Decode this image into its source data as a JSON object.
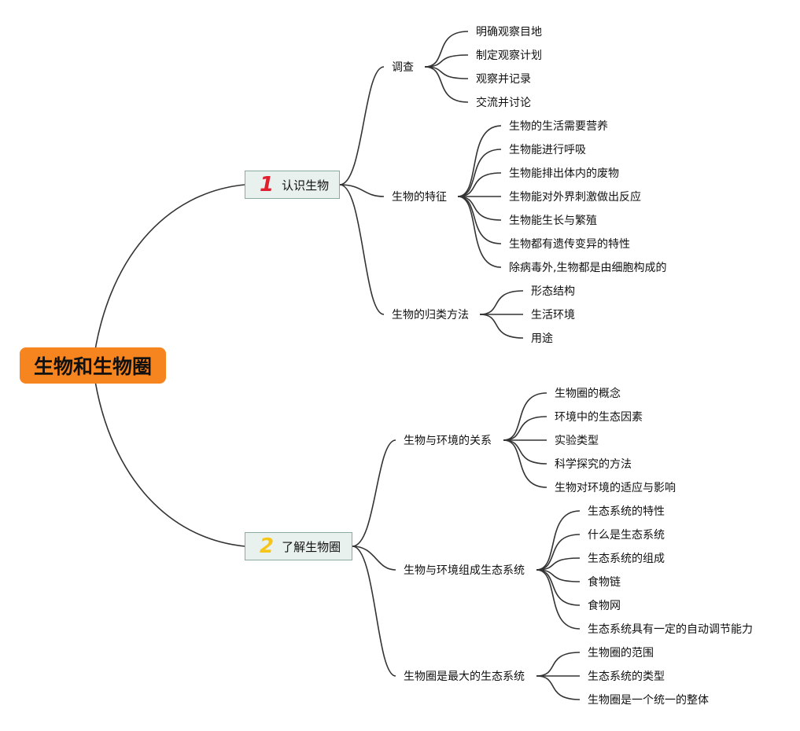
{
  "root": "生物和生物圈",
  "branches": [
    {
      "num": "1",
      "num_color": "#e0202e",
      "label": "认识生物",
      "topics": [
        {
          "label": "调查",
          "leaves": [
            "明确观察目地",
            "制定观察计划",
            "观察并记录",
            "交流并讨论"
          ]
        },
        {
          "label": "生物的特征",
          "leaves": [
            "生物的生活需要营养",
            "生物能进行呼吸",
            "生物能排出体内的废物",
            "生物能对外界刺激做出反应",
            "生物能生长与繁殖",
            "生物都有遗传变异的特性",
            "除病毒外,生物都是由细胞构成的"
          ]
        },
        {
          "label": "生物的归类方法",
          "leaves": [
            "形态结构",
            "生活环境",
            "用途"
          ]
        }
      ]
    },
    {
      "num": "2",
      "num_color": "#f5c518",
      "label": "了解生物圈",
      "topics": [
        {
          "label": "生物与环境的关系",
          "leaves": [
            "生物圈的概念",
            "环境中的生态因素",
            "实验类型",
            "科学探究的方法",
            "生物对环境的适应与影响"
          ]
        },
        {
          "label": "生物与环境组成生态系统",
          "leaves": [
            "生态系统的特性",
            "什么是生态系统",
            "生态系统的组成",
            "食物链",
            "食物网",
            "生态系统具有一定的自动调节能力"
          ]
        },
        {
          "label": "生物圈是最大的生态系统",
          "leaves": [
            "生物圈的范围",
            "生态系统的类型",
            "生物圈是一个统一的整体"
          ]
        }
      ]
    }
  ]
}
